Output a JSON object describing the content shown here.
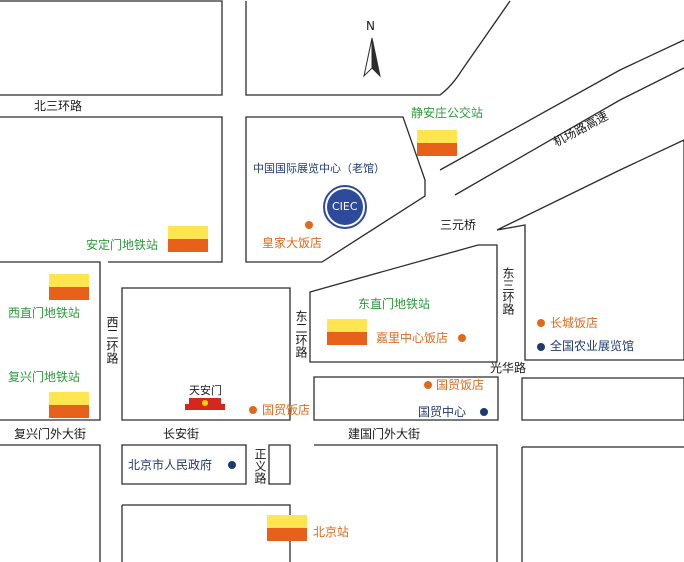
{
  "compass": {
    "letter": "N"
  },
  "ciec": {
    "badge": "CIEC",
    "title": "中国国际展览中心（老馆）"
  },
  "roads": {
    "north_third_ring": "北三环路",
    "airport_expressway": "机场路高速",
    "sanyuan_bridge": "三元桥",
    "east_third_ring_right": "东三环路",
    "east_second_ring": "东二环路",
    "west_second_ring": "西二环路",
    "guanghua_road": "光华路",
    "fuxingmenwai": "复兴门外大街",
    "changan": "长安街",
    "jianguomenwai": "建国门外大街",
    "zhengyi_road": "正义路"
  },
  "stations": {
    "jinganzhuang": "静安庄公交站",
    "andingmen": "安定门地铁站",
    "xizhimen": "西直门地铁站",
    "fuxingmen": "复兴门地铁站",
    "dongzhimen": "东直门地铁站",
    "beijing_station": "北京站"
  },
  "hotels": {
    "huangjia": "皇家大饭店",
    "jiali": "嘉里中心饭店",
    "changcheng": "长城饭店",
    "guomao_upper": "国贸饭店",
    "guomao_left": "国贸饭店"
  },
  "landmarks": {
    "agri_hall": "全国农业展览馆",
    "world_trade_center": "国贸中心",
    "tiananmen": "天安门",
    "beijing_gov": "北京市人民政府"
  },
  "colors": {
    "road_line": "#2c2c2c",
    "station_yellow": "#ffe650",
    "station_orange": "#e8611c",
    "hotel_orange": "#e06a1c",
    "station_green": "#2e9a3c",
    "navy": "#1f3a70",
    "ciec_blue": "#2e4a9a"
  }
}
